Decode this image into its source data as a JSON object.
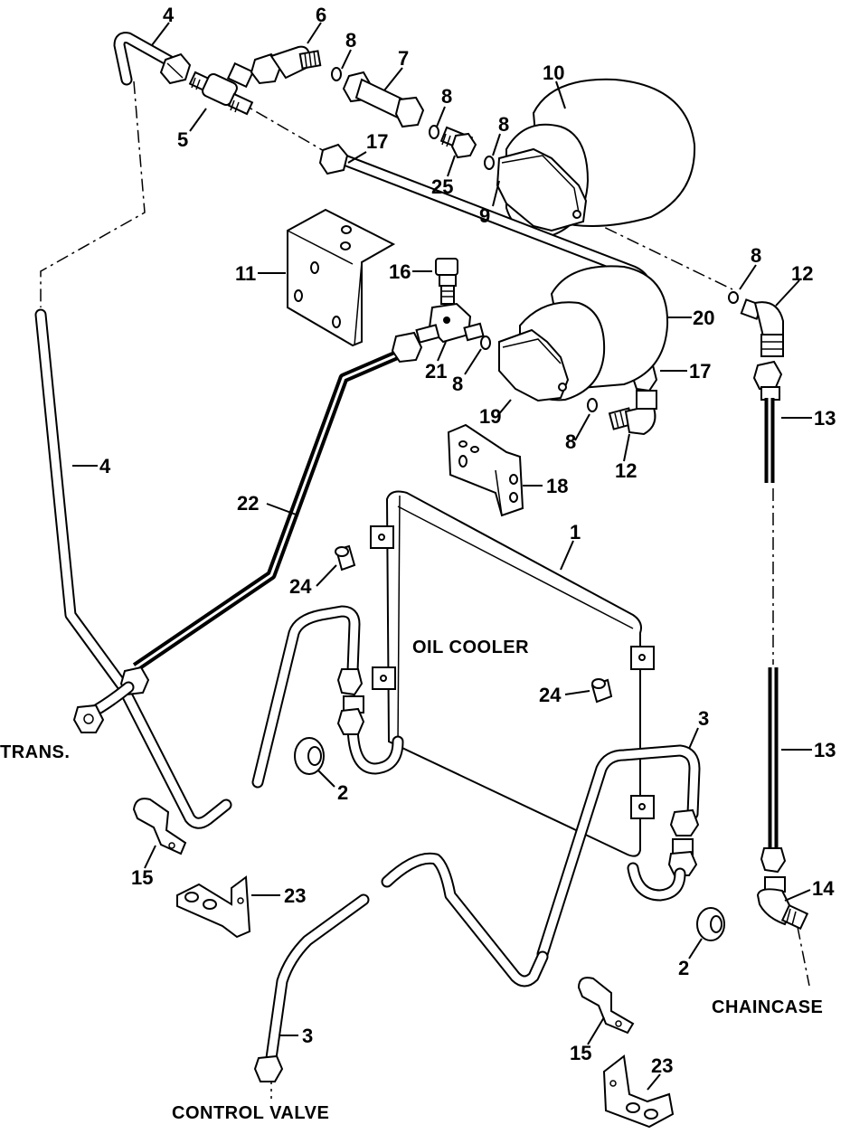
{
  "labels": {
    "oil_cooler": "OIL COOLER",
    "trans": "TRANS.",
    "chaincase": "CHAINCASE",
    "control_valve": "CONTROL VALVE"
  },
  "callouts": {
    "c4a": "4",
    "c6": "6",
    "c8a": "8",
    "c7": "7",
    "c10": "10",
    "c5": "5",
    "c8b": "8",
    "c8c": "8",
    "c17a": "17",
    "c25": "25",
    "c9": "9",
    "c11": "11",
    "c16": "16",
    "c8d": "8",
    "c12a": "12",
    "c20": "20",
    "c21": "21",
    "c8e": "8",
    "c17b": "17",
    "c19": "19",
    "c8f": "8",
    "c12b": "12",
    "c13a": "13",
    "c4b": "4",
    "c18": "18",
    "c22": "22",
    "c1": "1",
    "c24a": "24",
    "c24b": "24",
    "c3a": "3",
    "c13b": "13",
    "c2a": "2",
    "c15a": "15",
    "c23a": "23",
    "c14": "14",
    "c2b": "2",
    "c3b": "3",
    "c15b": "15",
    "c23b": "23"
  }
}
